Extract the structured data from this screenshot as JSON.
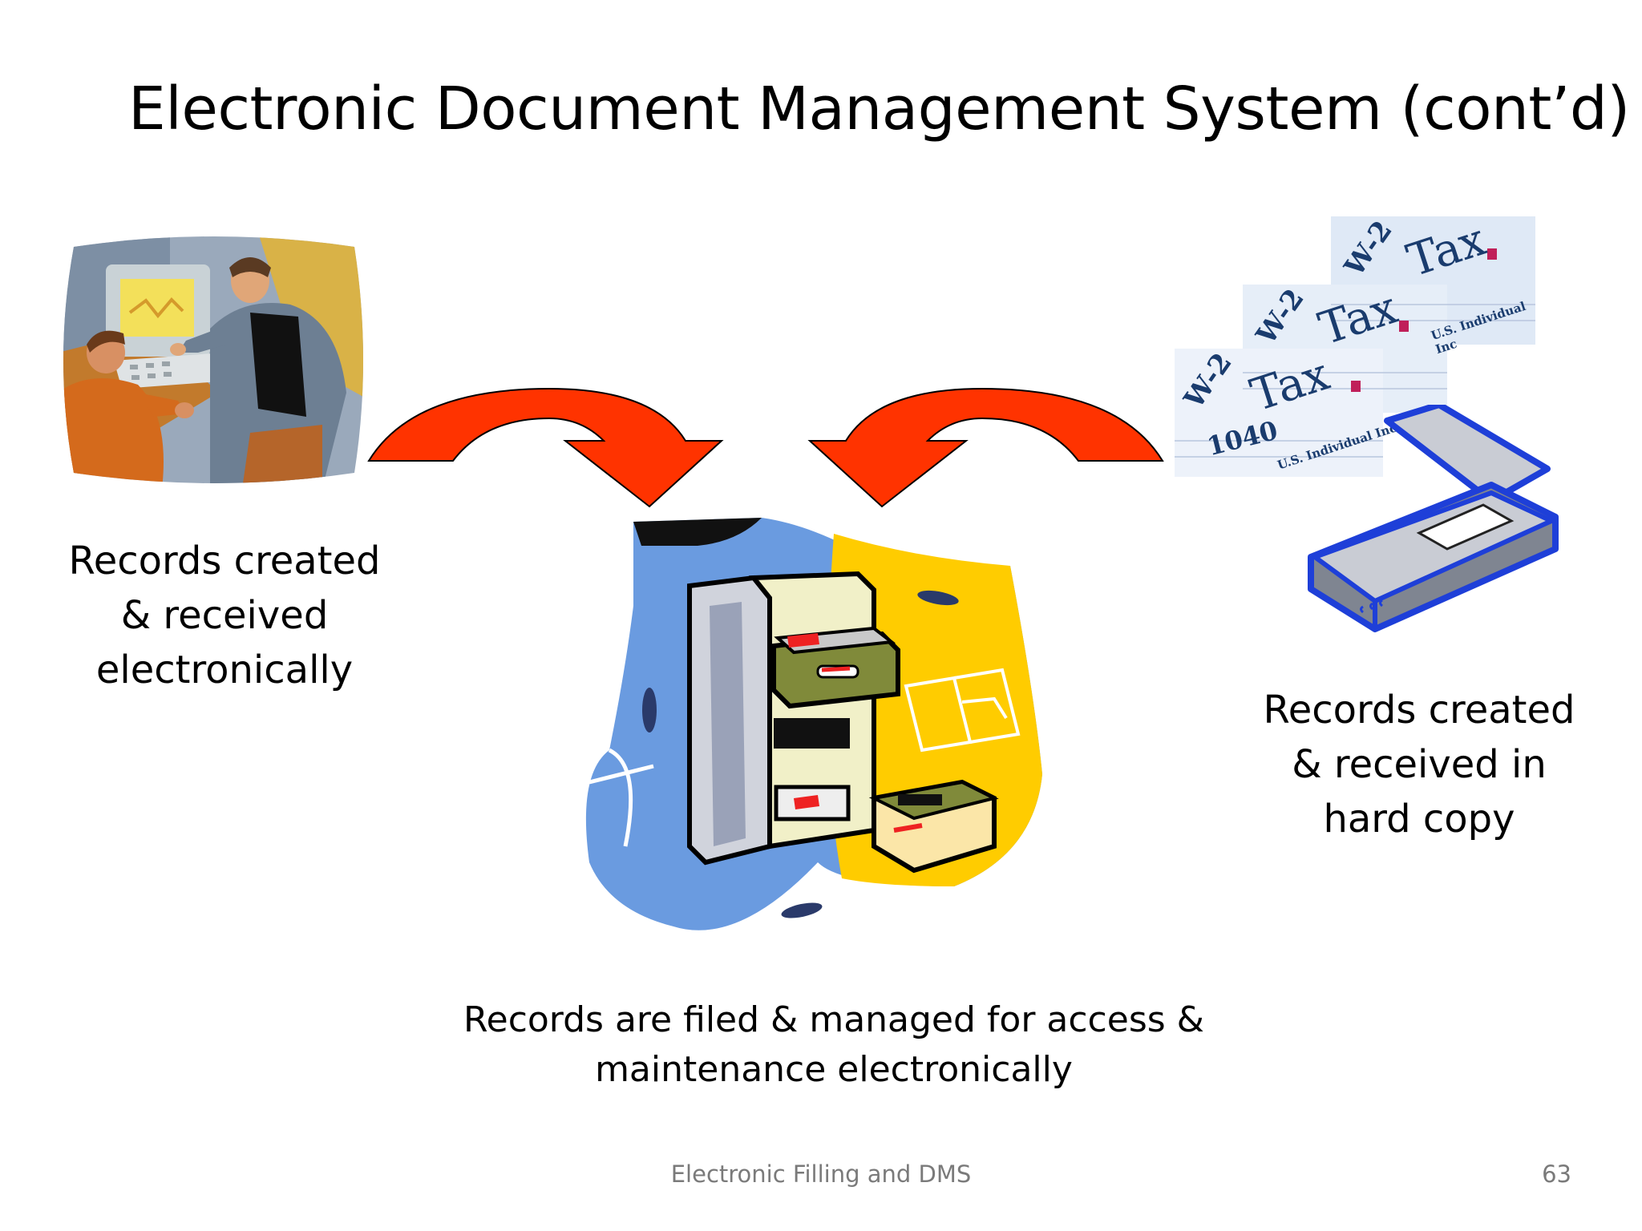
{
  "slide": {
    "title": "Electronic Document Management System (cont’d)",
    "left_caption": [
      "Records created",
      "& received",
      "electronically"
    ],
    "right_caption": [
      "Records created",
      "& received in",
      "hard copy"
    ],
    "center_caption": [
      "Records are filed & managed for access &",
      "maintenance electronically"
    ]
  },
  "footer": {
    "text": "Electronic Filling and DMS",
    "page_number": "63"
  },
  "tax_forms": {
    "form_w2": "W-2",
    "form_tax": "Tax",
    "form_1040": "1040",
    "form_individual": "U.S. Individual Inc"
  },
  "colors": {
    "arrow_fill": "#ff3300",
    "cabinet_blue": "#6a9be0",
    "cabinet_yellow": "#ffcc00",
    "scanner_blue": "#1e3fd8",
    "footer_gray": "#7a7a7a"
  },
  "icons": [
    "people-at-computer-icon",
    "curved-arrow-icon",
    "filing-cabinet-icon",
    "tax-forms-icon",
    "scanner-icon"
  ]
}
